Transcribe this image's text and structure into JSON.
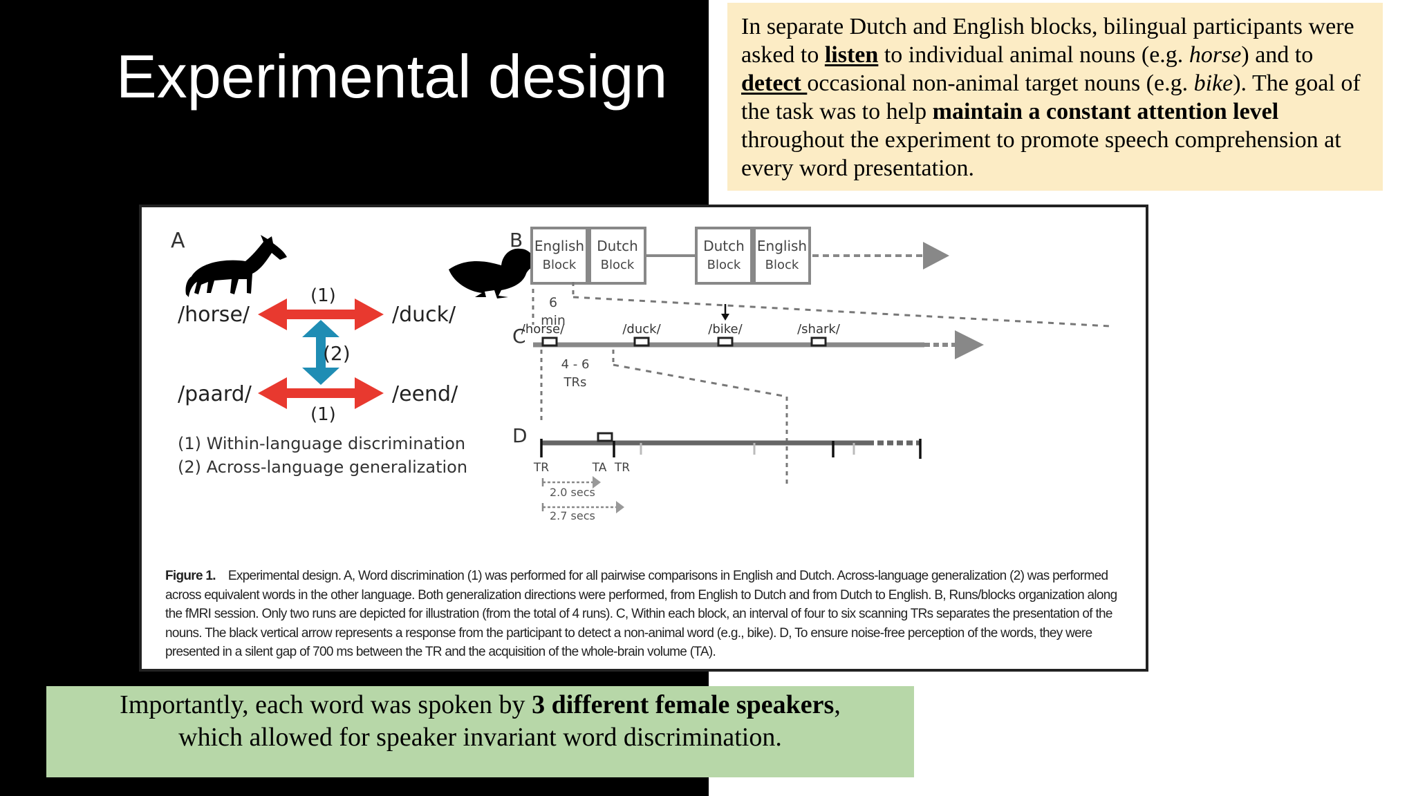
{
  "slide": {
    "title": "Experimental design",
    "top_note": {
      "p1": "In separate Dutch and English blocks, bilingual participants were asked to ",
      "b1": "listen",
      "p2": " to individual animal nouns (e.g. ",
      "i1": "horse",
      "p3": ") and to ",
      "b2": "detect ",
      "p4": "occasional non-animal target nouns (e.g. ",
      "i2": "bike",
      "p5": "). The goal of the task was to help ",
      "b3": "maintain a constant attention level",
      "p6": " throughout the experiment to promote speech comprehension at every word presentation."
    },
    "bottom_note": {
      "p1": "Importantly, each word was spoken by ",
      "b1": "3 different  female speakers",
      "p2": ",",
      "p3": "which allowed for speaker invariant word discrimination."
    }
  },
  "figure": {
    "panel_a": {
      "label": "A",
      "word_horse": "/horse/",
      "word_duck": "/duck/",
      "word_paard": "/paard/",
      "word_eend": "/eend/",
      "arrow1_top_label": "(1)",
      "arrow1_bottom_label": "(1)",
      "arrow2_label": "(2)",
      "legend1": "(1) Within-language discrimination",
      "legend2": "(2) Across-language generalization",
      "colors": {
        "within_arrow": "#e8392f",
        "across_arrow": "#1f8db4"
      },
      "icons": [
        "horse-silhouette-icon",
        "duck-silhouette-icon"
      ]
    },
    "panel_b": {
      "label": "B",
      "blocks": [
        {
          "line1": "English",
          "line2": "Block"
        },
        {
          "line1": "Dutch",
          "line2": "Block"
        },
        {
          "line1": "Dutch",
          "line2": "Block"
        },
        {
          "line1": "English",
          "line2": "Block"
        }
      ],
      "duration_value": "6",
      "duration_unit": "min"
    },
    "panel_c": {
      "label": "C",
      "words": [
        "/horse/",
        "/duck/",
        "/bike/",
        "/shark/"
      ],
      "interval_value": "4 - 6",
      "interval_unit": "TRs"
    },
    "panel_d": {
      "label": "D",
      "tr_label_1": "TR",
      "ta_label": "TA",
      "tr_label_2": "TR",
      "duration_1": "2.0 secs",
      "duration_2": "2.7 secs"
    },
    "caption": {
      "figlabel": "Figure 1.",
      "text": "Experimental design. A, Word discrimination (1) was performed for all pairwise comparisons in English and Dutch. Across-language generalization (2) was performed across equivalent words in the other language. Both generalization directions were performed, from English to Dutch and from Dutch to English. B, Runs/blocks organization along the fMRI session. Only two runs are depicted for illustration (from the total of 4 runs). C, Within each block, an interval of four to six scanning TRs separates the presentation of the nouns. The black vertical arrow represents a response from the participant to detect a non-animal word (e.g., bike). D, To ensure noise-free perception of the words, they were presented in a silent gap of 700 ms between the TR and the acquisition of the whole-brain volume (TA)."
    }
  }
}
